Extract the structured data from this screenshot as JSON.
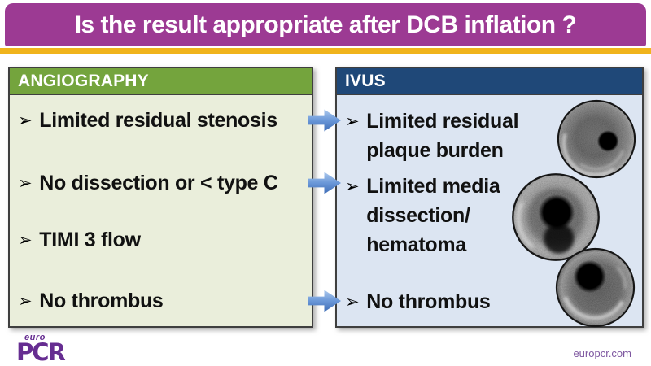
{
  "title": {
    "text": "Is the result appropriate after DCB inflation ?"
  },
  "bullet_glyph": "➢",
  "panels": {
    "angiography": {
      "header": "ANGIOGRAPHY",
      "items": [
        "Limited residual stenosis",
        "No dissection or < type C",
        "TIMI 3 flow",
        "No thrombus"
      ]
    },
    "ivus": {
      "header": "IVUS",
      "items": [
        {
          "lines": [
            "Limited residual",
            "plaque burden"
          ]
        },
        {
          "lines": [
            "Limited media",
            "dissection/",
            "hematoma"
          ]
        },
        {
          "lines": [
            "No thrombus"
          ]
        }
      ],
      "images": [
        "ivus-cross-section-top",
        "ivus-cross-section-middle",
        "ivus-cross-section-bottom"
      ]
    }
  },
  "footer": {
    "logo_top": "euro",
    "logo_main": "PCR",
    "website": "europcr.com"
  },
  "colors": {
    "title_bar": "#9C3A93",
    "gold_rule": "#F0B41C",
    "angiography_header": "#74A43D",
    "angiography_body": "#EAEEDB",
    "ivus_header": "#1F4878",
    "ivus_body": "#DCE5F2",
    "panel_border": "#3F3F3F",
    "arrow_blue": "#4E7FC6",
    "logo_purple": "#662D91",
    "website_text": "#7E57A0",
    "title_text": "#FFFFFF",
    "body_text": "#111111"
  }
}
